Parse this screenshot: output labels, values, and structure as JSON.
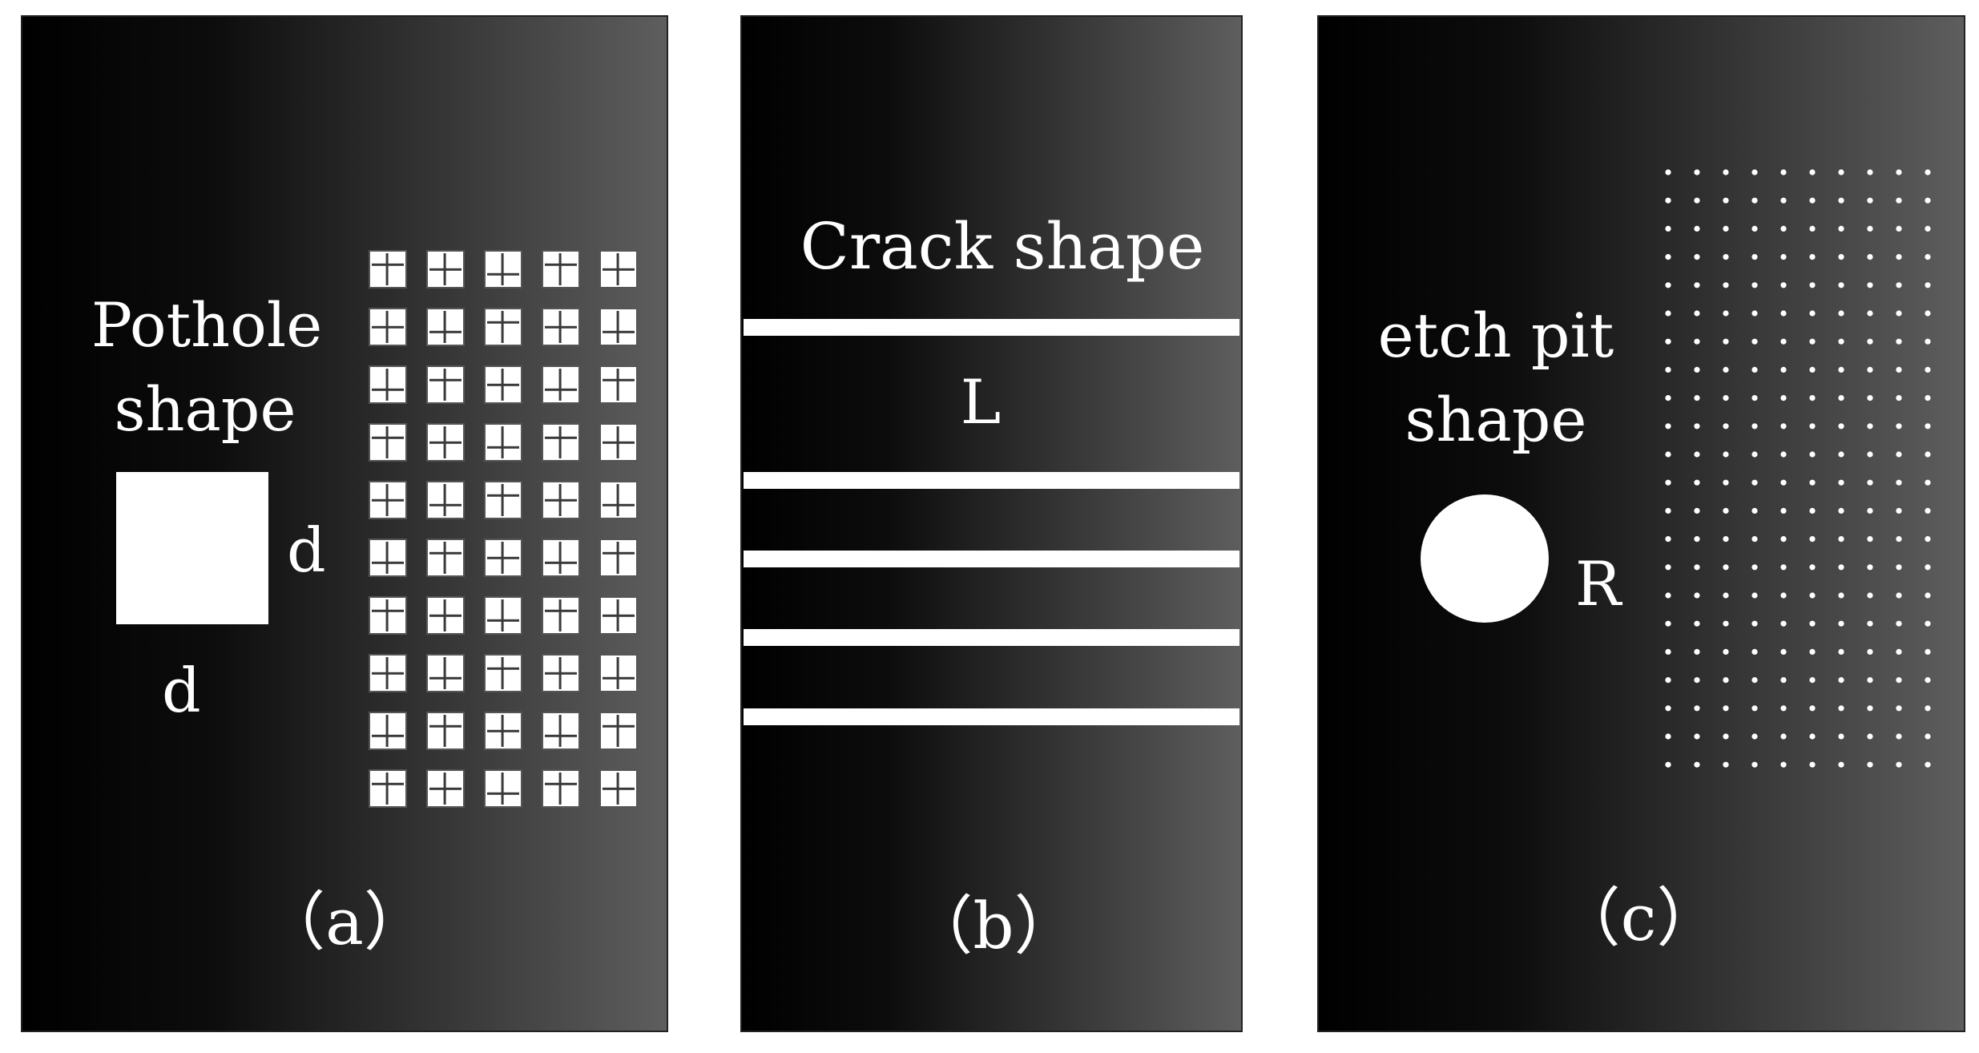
{
  "colors": {
    "background": "#ffffff",
    "panel_dark": "#000000",
    "panel_light": "#5e5e5e",
    "shape": "#ffffff",
    "border": "#222222"
  },
  "panels": [
    {
      "id": "a",
      "caption": "（a）",
      "title_lines": [
        "Pothole",
        "shape"
      ],
      "dimension_side": "d",
      "dimension_bottom": "d",
      "pattern": {
        "shape": "square",
        "rows": 10,
        "cols": 5
      }
    },
    {
      "id": "b",
      "caption": "（b）",
      "title": "Crack shape",
      "dimension": "L",
      "pattern": {
        "shape": "line",
        "count": 5
      }
    },
    {
      "id": "c",
      "caption": "（c）",
      "title_lines": [
        "etch pit",
        "shape"
      ],
      "dimension": "R",
      "pattern": {
        "shape": "dot",
        "rows": 22,
        "cols": 10
      }
    }
  ]
}
